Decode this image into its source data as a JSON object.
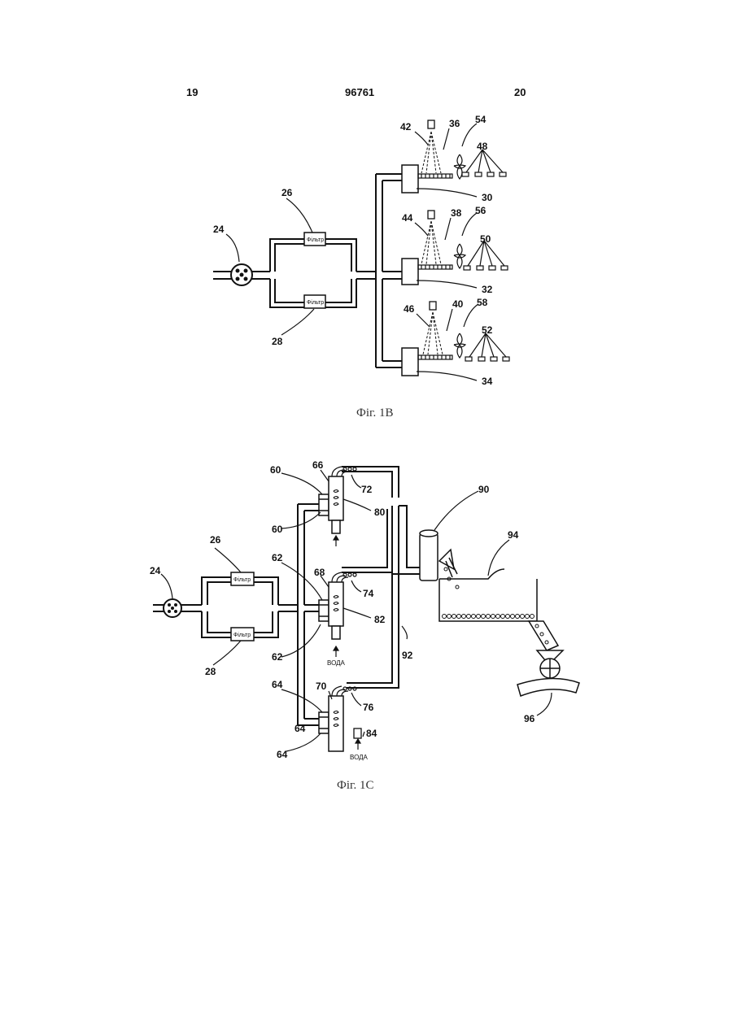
{
  "header": {
    "page_left": "19",
    "patent_number": "96761",
    "page_right": "20"
  },
  "figure_1b": {
    "caption": "Фіг. 1В",
    "filter_text": "Фільтр",
    "filter_text_lower": "Фільтр",
    "labels": {
      "pump": "24",
      "filter_upper": "26",
      "filter_lower": "28",
      "unit_1": "30",
      "unit_2": "32",
      "unit_3": "34",
      "belt_1": "36",
      "belt_2": "38",
      "belt_3": "40",
      "sprayer_1": "42",
      "sprayer_2": "44",
      "sprayer_3": "46",
      "molds_1": "48",
      "molds_2": "50",
      "molds_3": "52",
      "fan_1": "54",
      "fan_2": "56",
      "fan_3": "58"
    }
  },
  "figure_1c": {
    "caption": "Фіг. 1С",
    "filter_text": "Фільтр",
    "water_label": "ВОДА",
    "water_label_2": "ВОДА",
    "labels": {
      "pump": "24",
      "filter_upper": "26",
      "filter_lower": "28",
      "nozzle_1a": "60",
      "nozzle_1b": "60",
      "nozzle_2a": "62",
      "nozzle_2b": "62",
      "nozzle_3a": "64",
      "nozzle_3b": "64",
      "nozzle_3c": "64",
      "extruder_1": "66",
      "extruder_2": "68",
      "extruder_3": "70",
      "outlet_1": "72",
      "outlet_2": "74",
      "outlet_3": "76",
      "tank_1": "80",
      "tank_2": "82",
      "water_source": "84",
      "hopper": "90",
      "return_line": "92",
      "bath": "94",
      "output_line": "96"
    }
  }
}
